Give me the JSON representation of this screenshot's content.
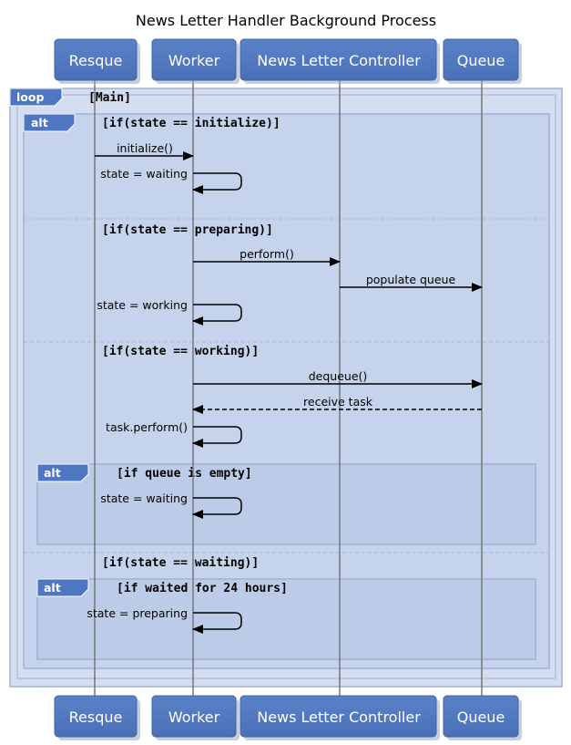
{
  "diagram": {
    "title": "News Letter Handler Background Process",
    "participants": [
      "Resque",
      "Worker",
      "News Letter Controller",
      "Queue"
    ],
    "loop": {
      "tag": "loop",
      "guard": "[Main]"
    },
    "alt_main": {
      "tag": "alt",
      "sections": [
        {
          "guard": "[if(state == initialize)]",
          "messages": [
            {
              "label": "initialize()",
              "from": "Resque",
              "to": "Worker",
              "style": "solid"
            },
            {
              "label": "state = waiting",
              "from": "Worker",
              "to": "Worker",
              "style": "self"
            }
          ]
        },
        {
          "guard": "[if(state == preparing)]",
          "messages": [
            {
              "label": "perform()",
              "from": "Worker",
              "to": "News Letter Controller",
              "style": "solid"
            },
            {
              "label": "populate queue",
              "from": "News Letter Controller",
              "to": "Queue",
              "style": "solid"
            },
            {
              "label": "state = working",
              "from": "Worker",
              "to": "Worker",
              "style": "self"
            }
          ]
        },
        {
          "guard": "[if(state == working)]",
          "messages": [
            {
              "label": "dequeue()",
              "from": "Worker",
              "to": "Queue",
              "style": "solid"
            },
            {
              "label": "receive task",
              "from": "Queue",
              "to": "Worker",
              "style": "dashed"
            },
            {
              "label": "task.perform()",
              "from": "Worker",
              "to": "Worker",
              "style": "self"
            }
          ],
          "nested": {
            "tag": "alt",
            "guard": "[if queue is empty]",
            "messages": [
              {
                "label": "state = waiting",
                "from": "Worker",
                "to": "Worker",
                "style": "self"
              }
            ]
          }
        },
        {
          "guard": "[if(state == waiting)]",
          "nested": {
            "tag": "alt",
            "guard": "[if waited for 24 hours]",
            "messages": [
              {
                "label": "state = preparing",
                "from": "Worker",
                "to": "Worker",
                "style": "self"
              }
            ]
          }
        }
      ]
    }
  }
}
